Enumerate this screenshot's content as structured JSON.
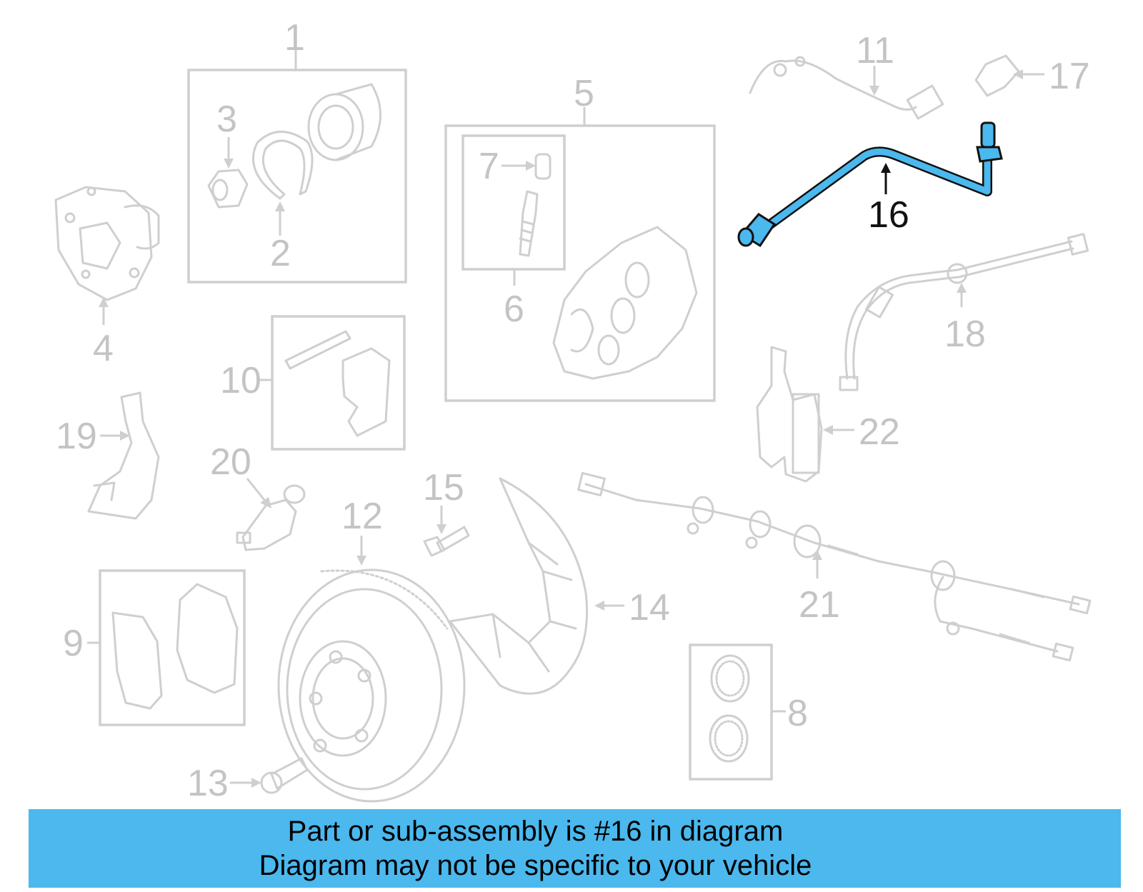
{
  "diagram": {
    "callouts": [
      "1",
      "2",
      "3",
      "4",
      "5",
      "6",
      "7",
      "8",
      "9",
      "10",
      "11",
      "12",
      "13",
      "14",
      "15",
      "16",
      "17",
      "18",
      "19",
      "20",
      "21",
      "22"
    ],
    "highlighted_callout": "16",
    "highlight_color": "#4bb8ee"
  },
  "banner": {
    "line1": "Part or sub-assembly is #16 in diagram",
    "line2": "Diagram may not be specific to your vehicle",
    "color": "#4bb8ee"
  }
}
